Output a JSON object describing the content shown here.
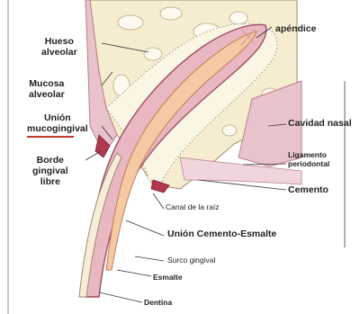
{
  "labels": {
    "hueso_alveolar": [
      "Hueso",
      "alveolar"
    ],
    "mucosa_alveolar": [
      "Mucosa",
      "alveolar"
    ],
    "union_mucogingival": [
      "Unión",
      "mucogingival"
    ],
    "borde_gingival_libre": [
      "Borde",
      "gingival",
      "libre"
    ],
    "apendice": "apéndice",
    "cavidad_nasal": "Cavidad nasal",
    "ligamento_periodontal": [
      "Ligamento",
      "periodontal"
    ],
    "cemento": "Cemento",
    "canal_raiz": "Canal de la raíz",
    "union_cemento_esmalte": "Unión Cemento-Esmalte",
    "surco_gingival": "Surco gingival",
    "esmalte": "Esmalte",
    "dentina": "Dentina"
  },
  "colors": {
    "bone": "#f6ecd0",
    "gum": "#e8c3cb",
    "gum_dark": "#c98a98",
    "pulp": "#f5c9a3",
    "tooth": "#e9b7c1",
    "crown": "#f7ecd8",
    "accent_red": "#c0392b"
  }
}
